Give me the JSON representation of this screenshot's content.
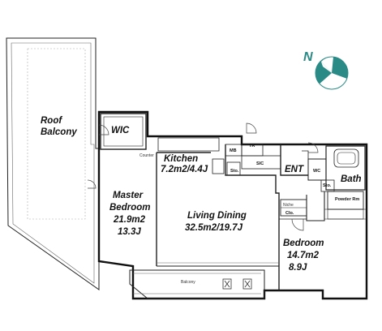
{
  "rooms": {
    "roof_balcony": {
      "line1": "Roof",
      "line2": "Balcony"
    },
    "wic": "WIC",
    "kitchen": {
      "name": "Kitchen",
      "size": "7.2m2/4.4J"
    },
    "master": {
      "line1": "Master",
      "line2": "Bedroom",
      "line3": "21.9m2",
      "line4": "13.3J"
    },
    "living": {
      "name": "Living Dining",
      "size": "32.5m2/19.7J"
    },
    "entrance": "ENT",
    "bath": "Bath",
    "bedroom": {
      "name": "Bedroom",
      "size": "14.7m2",
      "size_j": "8.9J"
    }
  },
  "small_labels": {
    "counter": "Counter",
    "mb": "MB",
    "tr": "TR",
    "sic": "SIC",
    "sto_kitchen": "Sto.",
    "wc": "WC",
    "sto_bath": "Sto.",
    "powder_room": "Powder Rm",
    "niche": "Niche",
    "clo": "Clo.",
    "balcony": "Balcony"
  },
  "compass": {
    "label": "N",
    "color": "#2a8a86"
  }
}
